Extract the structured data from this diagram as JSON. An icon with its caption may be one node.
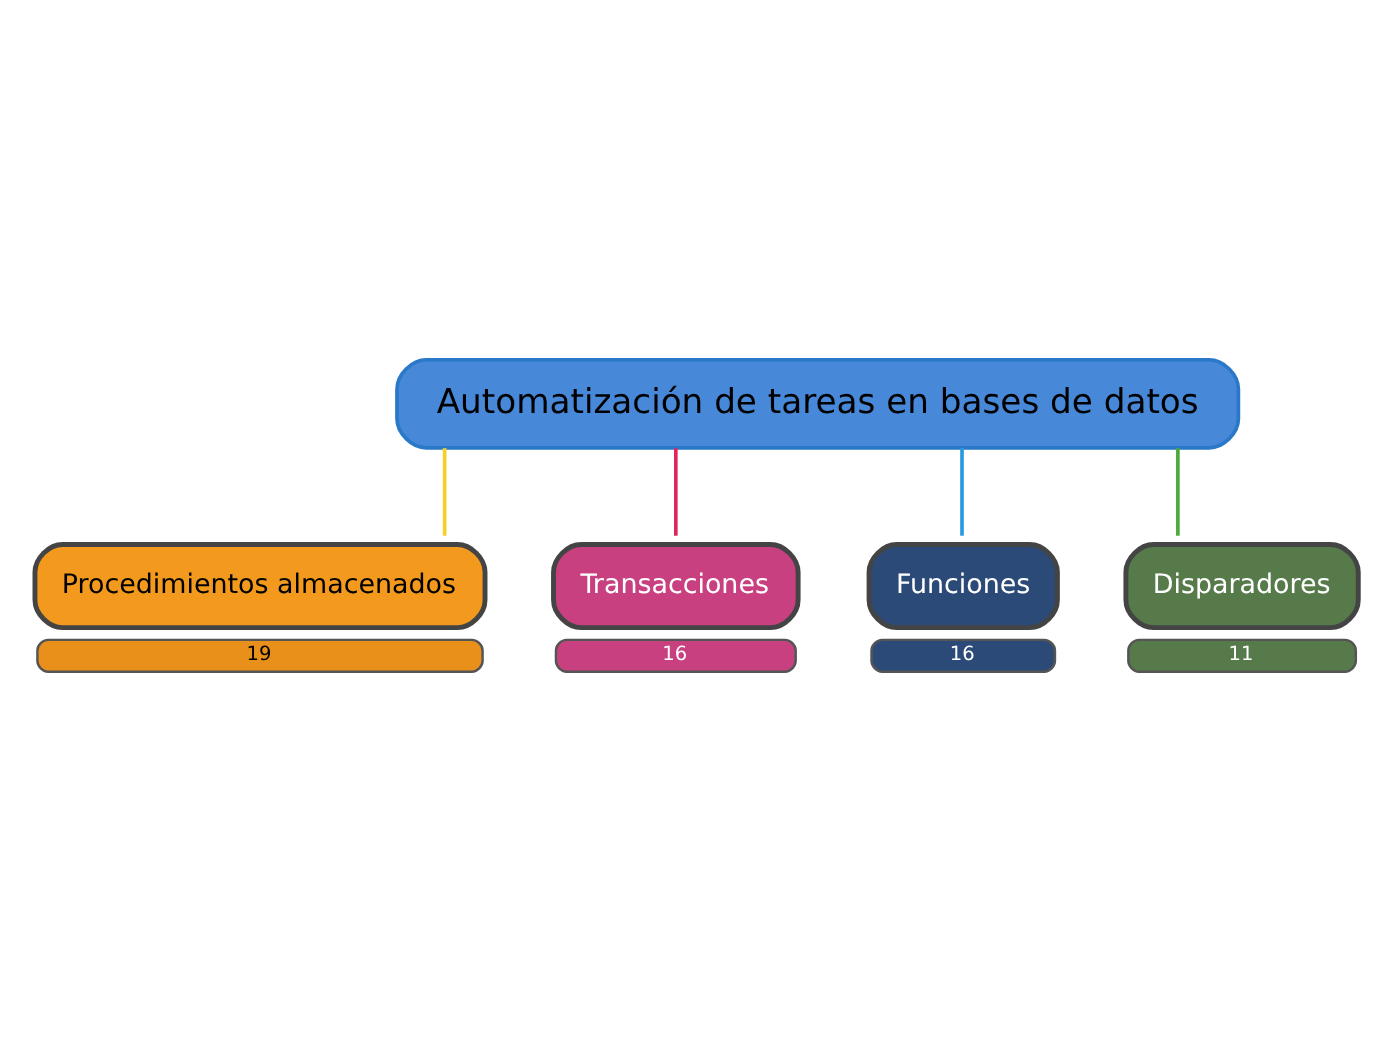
{
  "diagram": {
    "nodes": [
      {
        "text": [
          "Automatización de tareas en bases de datos"
        ]
      },
      {
        "text": [
          "Procedimientos almacenados"
        ],
        "beside": [
          "19"
        ]
      },
      {
        "text": [
          "Transacciones"
        ],
        "beside": [
          "16"
        ]
      },
      {
        "text": [
          "Funciones"
        ],
        "beside": [
          "16"
        ]
      },
      {
        "text": [
          "Disparadores"
        ],
        "beside": [
          "11"
        ]
      }
    ],
    "edges": [
      {
        "from": 0,
        "to": 1,
        "arrow": "none",
        "color": "#f5cf2a"
      },
      {
        "from": 0,
        "to": 2,
        "arrow": "none",
        "color": "#e0245e"
      },
      {
        "from": 0,
        "to": 3,
        "arrow": "none",
        "color": "#2a9ae0"
      },
      {
        "from": 0,
        "to": 4,
        "arrow": "none",
        "color": "#4aaa3a"
      }
    ]
  }
}
